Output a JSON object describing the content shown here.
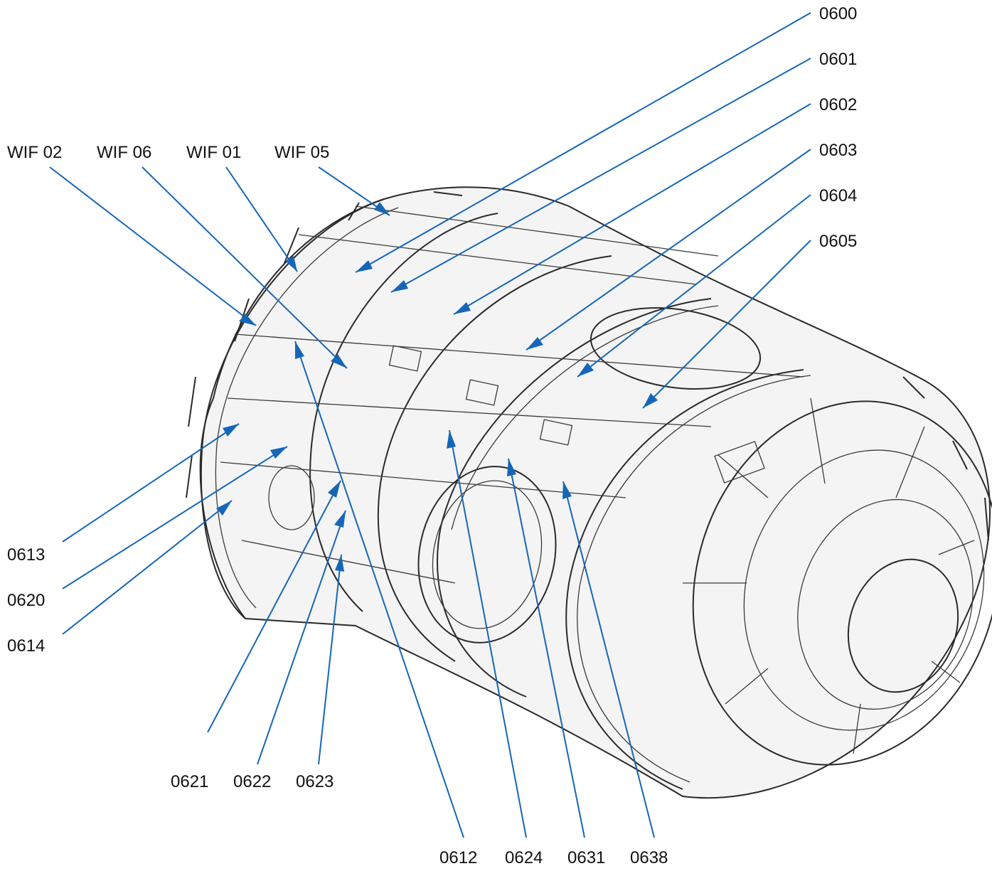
{
  "labels": {
    "top_right": [
      "0600",
      "0601",
      "0602",
      "0603",
      "0604",
      "0605"
    ],
    "top_left": [
      "WIF 02",
      "WIF 06",
      "WIF 01",
      "WIF 05"
    ],
    "left": [
      "0613",
      "0620",
      "0614"
    ],
    "bottom_left": [
      "0621",
      "0622",
      "0623"
    ],
    "bottom_center": [
      "0612",
      "0624",
      "0631",
      "0638"
    ]
  },
  "colors": {
    "leader": "#1666b8",
    "ink": "#2a2a2a",
    "text": "#111111"
  }
}
